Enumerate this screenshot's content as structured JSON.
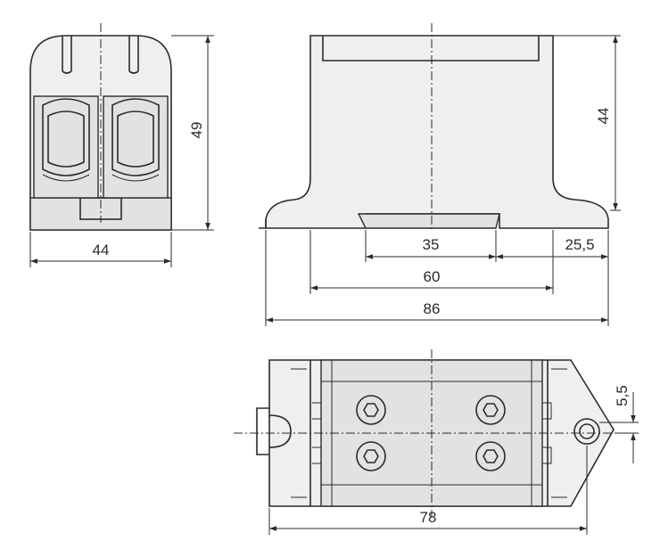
{
  "dimensions": {
    "front_width": "44",
    "front_height": "49",
    "side_height": "44",
    "hole_spacing": "35",
    "foot_offset": "25,5",
    "body_width": "60",
    "overall_width": "86",
    "top_length": "78",
    "hole_offset": "5,5"
  }
}
